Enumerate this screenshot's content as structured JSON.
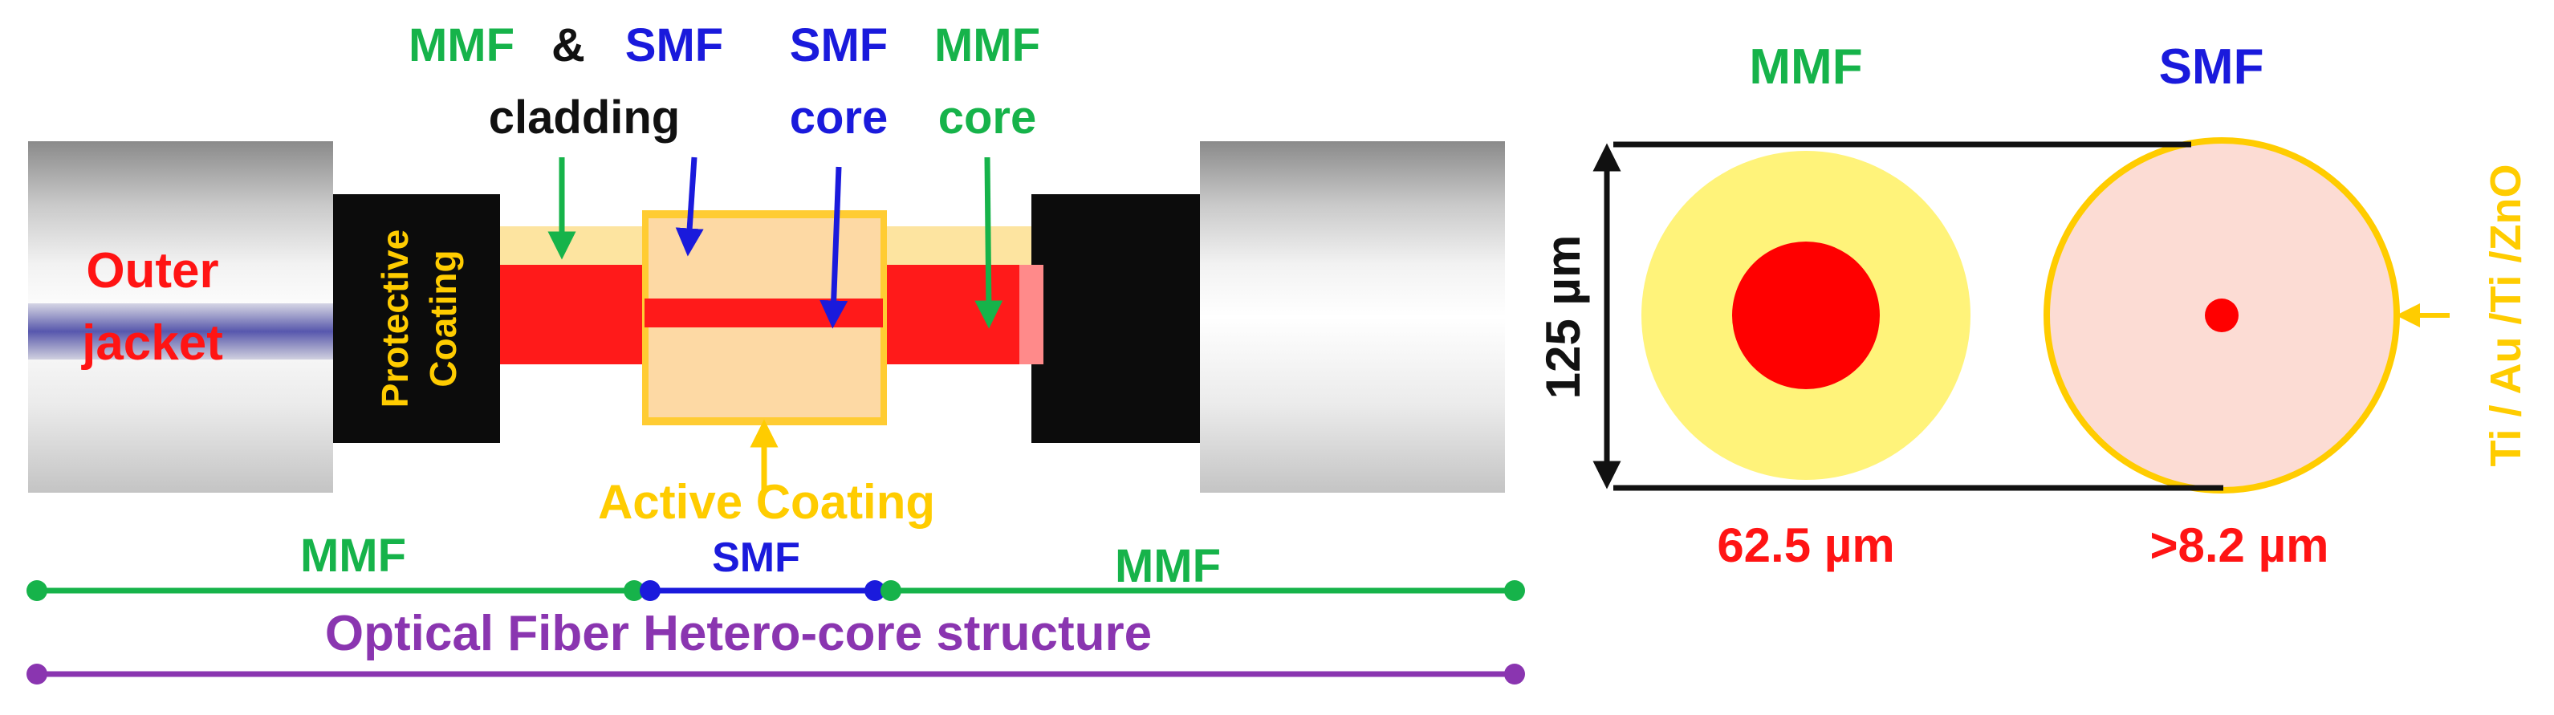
{
  "colors": {
    "mmf_label": "#16b34a",
    "smf_label": "#1a1adc",
    "black": "#111111",
    "red": "#ff1414",
    "yellow_label": "#ffcc00",
    "purple": "#8a35b0",
    "cladding_fill": "#fff37a",
    "smf_cladding_fill": "#fcdcd4",
    "core_red": "#ff0000",
    "jacket_black": "#0c0c0c"
  },
  "labels": {
    "mmf_top": "MMF",
    "ampersand": "&",
    "smf_top": "SMF",
    "cladding": "cladding",
    "smf_core_1": "SMF",
    "smf_core_2": "core",
    "mmf_core_1": "MMF",
    "mmf_core_2": "core",
    "outer_1": "Outer",
    "outer_2": "jacket",
    "protective_1": "Protective",
    "protective_2": "Coating",
    "active_coating": "Active Coating",
    "scale_mmf_left": "MMF",
    "scale_smf": "SMF",
    "scale_mmf_right": "MMF",
    "structure": "Optical Fiber Hetero-core structure"
  },
  "cross_section": {
    "mmf_title": "MMF",
    "smf_title": "SMF",
    "diameter": "125 µm",
    "mmf_core": "62.5 µm",
    "smf_core": ">8.2 µm",
    "coating_layers": "Ti / Au /Ti /ZnO"
  }
}
